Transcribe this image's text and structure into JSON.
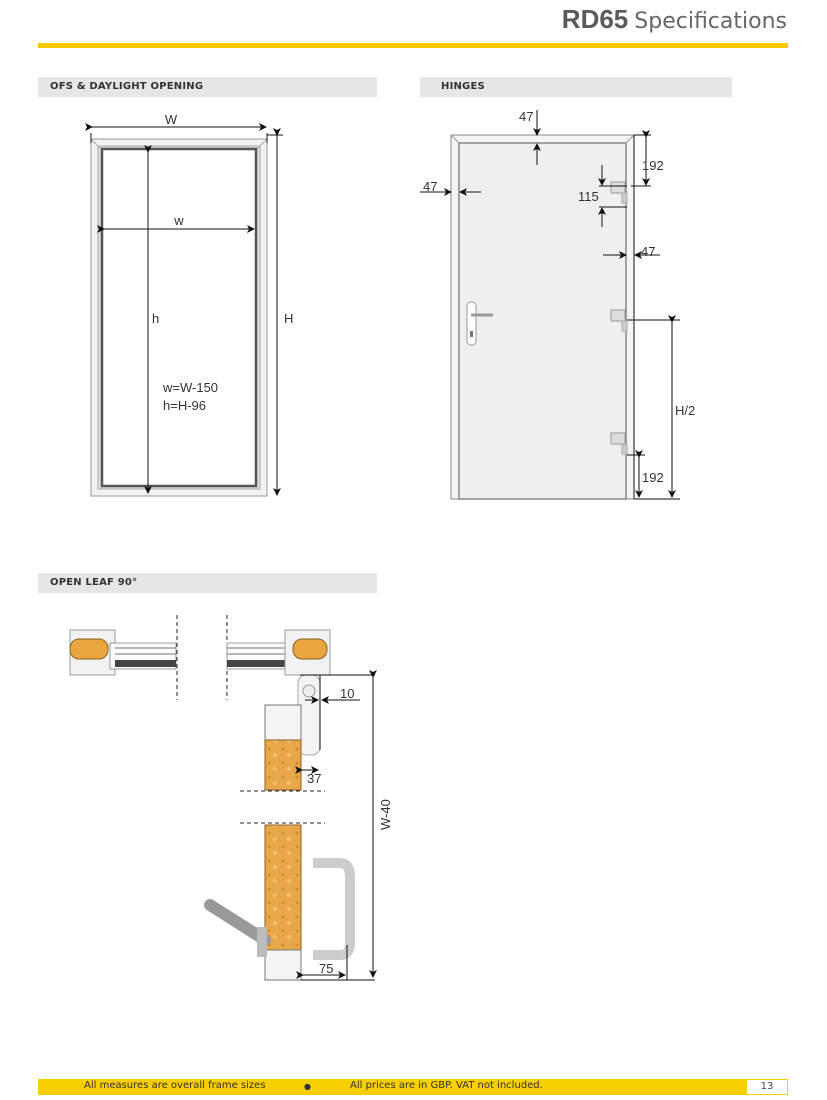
{
  "header": {
    "model": "RD65",
    "subtitle": "Specifications",
    "accent_color": "#f5c800"
  },
  "sections": {
    "ofs": {
      "title": "OFS & DAYLIGHT OPENING",
      "labels": {
        "outer_width": "W",
        "inner_width": "w",
        "inner_height": "h",
        "outer_height": "H",
        "formula_w": "w=W-150",
        "formula_h": "h=H-96"
      }
    },
    "hinges": {
      "title": "HINGES",
      "labels": {
        "top_frame": "47",
        "left_frame": "47",
        "right_frame": "47",
        "top_hinge_offset": "192",
        "hinge_height": "115",
        "mid_hinge": "H/2",
        "bottom_hinge_offset": "192"
      }
    },
    "open_leaf": {
      "title": "OPEN LEAF 90°",
      "labels": {
        "hinge_gap": "10",
        "leaf_gap": "37",
        "handle_clearance": "75",
        "clear_width": "W-40"
      }
    }
  },
  "footer": {
    "note_left": "All measures are overall frame sizes",
    "bullet": "●",
    "note_right": "All prices are in GBP. VAT not included.",
    "page_number": "13",
    "bar_color": "#f7cf00"
  }
}
